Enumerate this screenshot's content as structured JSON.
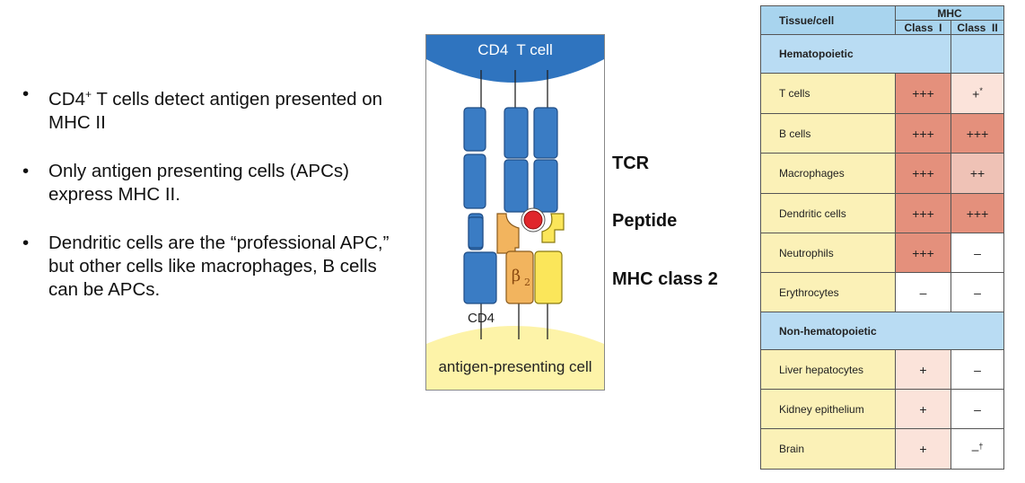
{
  "bullets": [
    {
      "before": "CD4",
      "sup": "+",
      "after": " T cells detect antigen presented on MHC II"
    },
    {
      "text": "Only antigen presenting cells (APCs) express MHC II."
    },
    {
      "text": "Dendritic cells are the “professional APC,” but other cells like macrophages, B cells can be APCs."
    }
  ],
  "bullet_glyph": "•",
  "diagram": {
    "top_cell_label": "CD4  T cell",
    "bottom_cell_label": "antigen-presenting cell",
    "cd4_label": "CD4",
    "beta2_label": "β",
    "beta2_sub": "2"
  },
  "side_labels": {
    "tcr": "TCR",
    "peptide": "Peptide",
    "mhc": "MHC class 2"
  },
  "table": {
    "header_tissue": "Tissue/cell",
    "header_mhc": "MHC",
    "header_class1": "Class  I",
    "header_class2": "Class  II",
    "sections": [
      {
        "title": "Hematopoietic",
        "rows": [
          {
            "cell": "T cells",
            "class1": "+++",
            "class2": "+",
            "class2_mark": "*"
          },
          {
            "cell": "B cells",
            "class1": "+++",
            "class2": "+++"
          },
          {
            "cell": "Macrophages",
            "class1": "+++",
            "class2": "++"
          },
          {
            "cell": "Dendritic cells",
            "class1": "+++",
            "class2": "+++"
          },
          {
            "cell": "Neutrophils",
            "class1": "+++",
            "class2": "–"
          },
          {
            "cell": "Erythrocytes",
            "class1": "–",
            "class2": "–"
          }
        ]
      },
      {
        "title": "Non-hematopoietic",
        "rows": [
          {
            "cell": "Liver hepatocytes",
            "class1": "+",
            "class2": "–"
          },
          {
            "cell": "Kidney epithelium",
            "class1": "+",
            "class2": "–"
          },
          {
            "cell": "Brain",
            "class1": "+",
            "class2": "–",
            "class2_mark": "†"
          }
        ]
      }
    ]
  },
  "colors": {
    "membrane_blue": "#2f74bf",
    "apc_yellow": "#fdf3a8",
    "tcr_blue": "#3a7cc4",
    "beta2_orange": "#f2b45e",
    "alpha_yellow": "#fbe65a",
    "peptide_red": "#e0262b",
    "table_header": "#a8d4ee",
    "cell_cream": "#fbf1b7",
    "level_high": "#e4907c",
    "level_mid": "#efc2b6",
    "level_low": "#fbe3da"
  }
}
